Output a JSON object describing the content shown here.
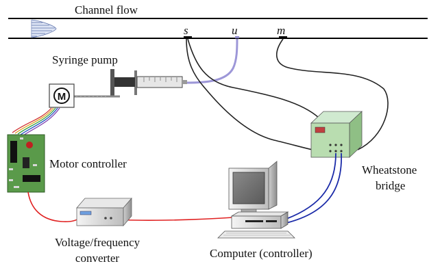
{
  "labels": {
    "channel_flow": "Channel flow",
    "probe_s": "s",
    "probe_u": "u",
    "probe_m": "m",
    "syringe_pump": "Syringe pump",
    "motor_symbol": "M",
    "motor_controller": "Motor controller",
    "wheatstone_line1": "Wheatstone",
    "wheatstone_line2": "bridge",
    "vf_line1": "Voltage/frequency",
    "vf_line2": "converter",
    "computer": "Computer (controller)"
  },
  "colors": {
    "wire_red": "#e02020",
    "wire_blue": "#1a2aa8",
    "tube_lavender": "#9d97d8",
    "pcb_green": "#5a9a4a",
    "bridge_green": "#b9ddb0"
  }
}
